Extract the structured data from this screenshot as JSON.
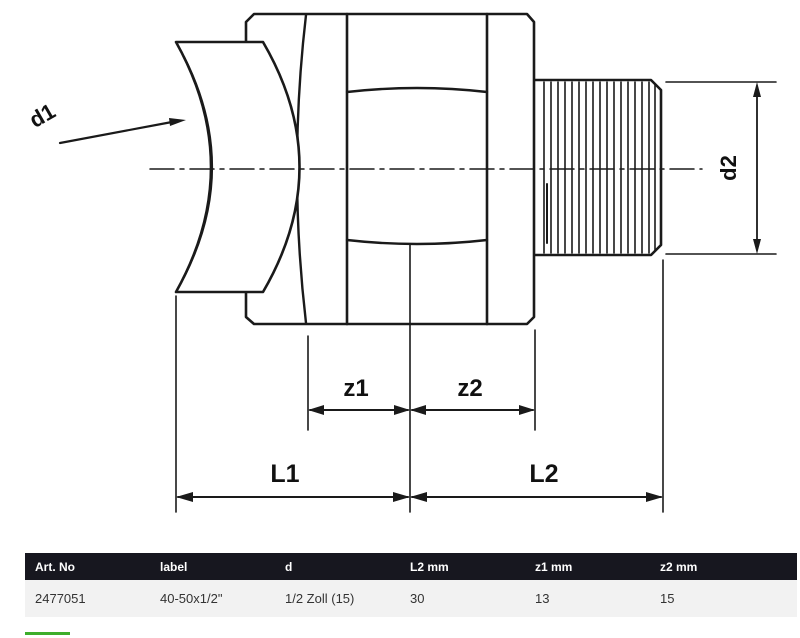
{
  "diagram": {
    "labels": {
      "d1": "d1",
      "d2": "d2",
      "z1": "z1",
      "z2": "z2",
      "L1": "L1",
      "L2": "L2"
    },
    "stroke_color": "#1a1a1a"
  },
  "table": {
    "headers": [
      "Art. No",
      "label",
      "d",
      "L2 mm",
      "z1 mm",
      "z2 mm"
    ],
    "rows": [
      [
        "2477051",
        "40-50x1/2\"",
        "1/2 Zoll (15)",
        "30",
        "13",
        "15"
      ]
    ],
    "header_bg": "#17171f",
    "row_bg": "#f2f2f2",
    "accent_green": "#3dae2b"
  }
}
